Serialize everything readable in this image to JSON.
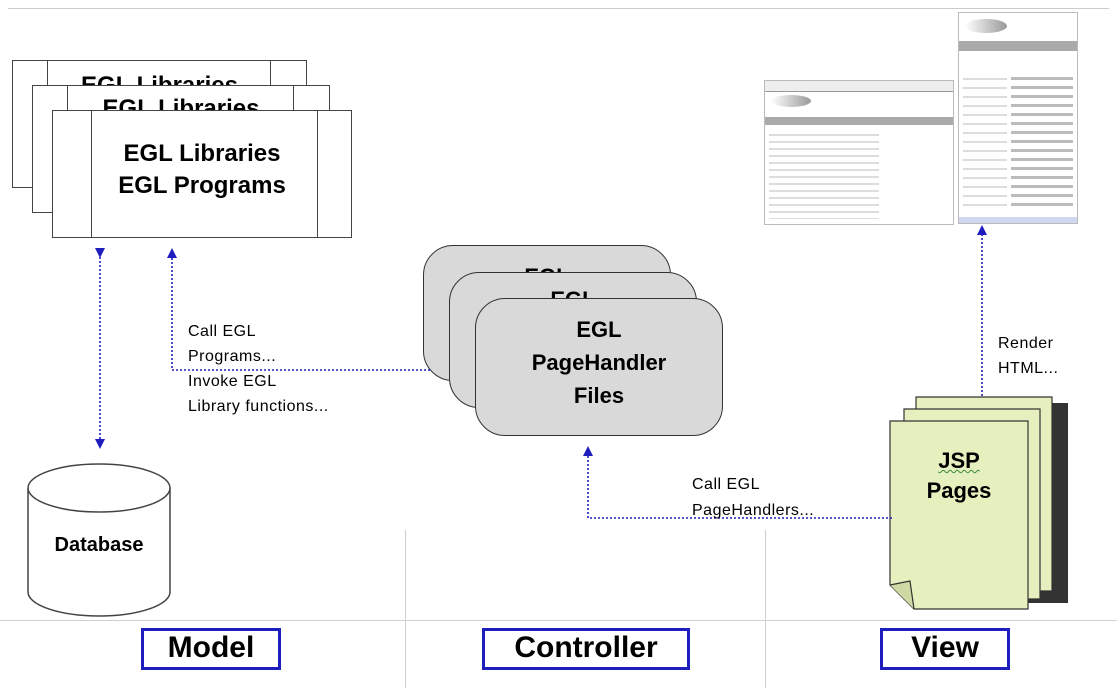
{
  "model": {
    "libraries_back_1": "EGL Libraries",
    "libraries_back_2": "EGL Libraries",
    "front_line1": "EGL Libraries",
    "front_line2": "EGL Programs",
    "database_label": "Database",
    "section_label": "Model"
  },
  "controller": {
    "back_1": "EGL",
    "back_2": "EGL",
    "front_line1": "EGL",
    "front_line2": "PageHandler",
    "front_line3": "Files",
    "section_label": "Controller"
  },
  "view": {
    "jsp_line1": "JSP",
    "jsp_line2": "Pages",
    "section_label": "View"
  },
  "annotations": {
    "call_programs": [
      "Call EGL",
      "Programs...",
      "Invoke EGL",
      "Library functions..."
    ],
    "render_html": [
      "Render",
      "HTML..."
    ],
    "call_pagehandlers": [
      "Call EGL",
      "PageHandlers..."
    ]
  },
  "colors": {
    "arrow": "#1e1ebe",
    "label_border": "#1e1ebe",
    "pagehandler_fill": "#d9d9d9",
    "jsp_fill": "#e6f0bf"
  }
}
